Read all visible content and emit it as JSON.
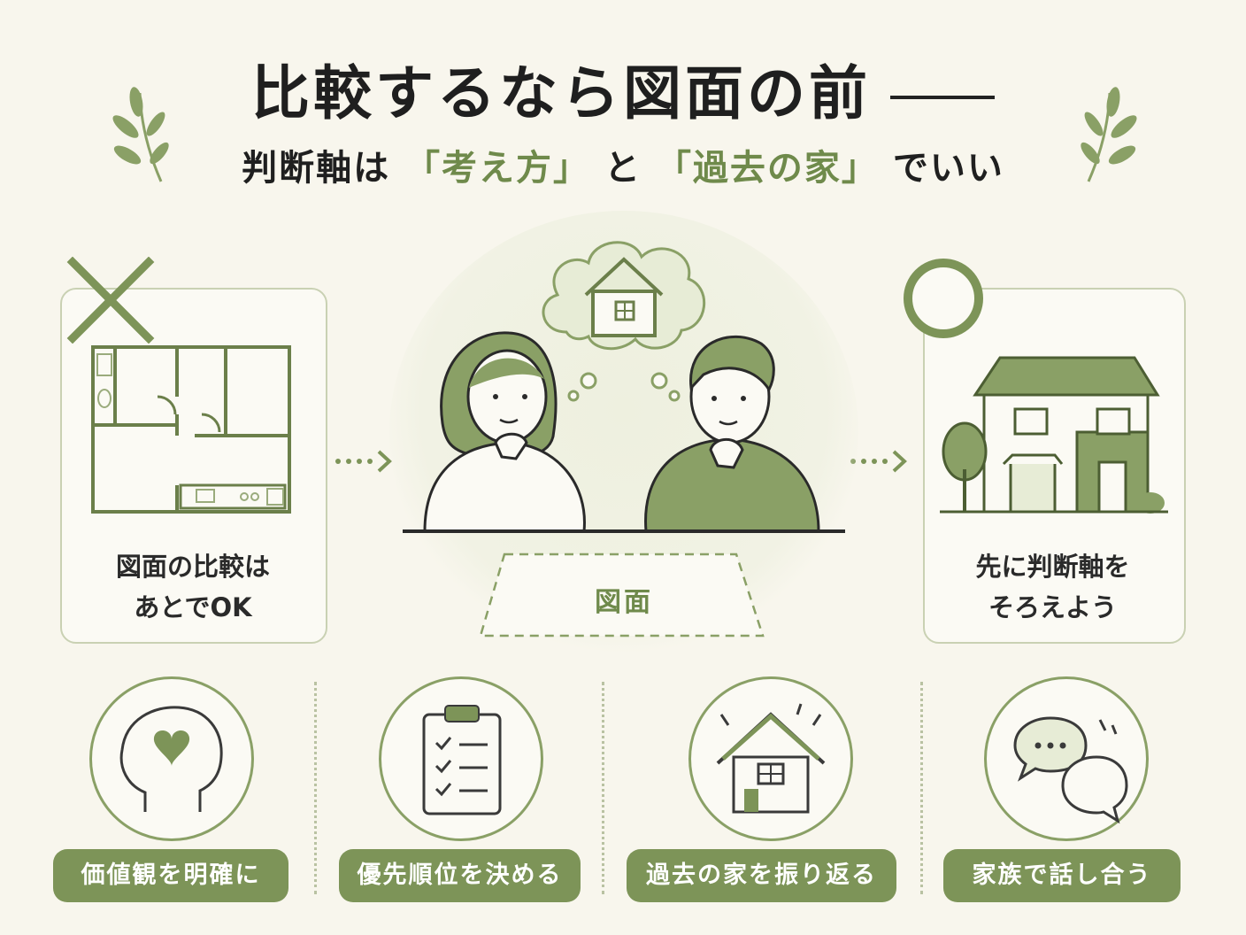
{
  "header": {
    "title": "比較するなら図面の前",
    "subtitle_parts": [
      "判断軸は",
      "「考え方」",
      "と",
      "「過去の家」",
      "でいい"
    ]
  },
  "left_panel": {
    "line1": "図面の比較は",
    "line2": "あとでOK"
  },
  "center": {
    "document_label": "図面"
  },
  "right_panel": {
    "line1": "先に判断軸を",
    "line2": "そろえよう"
  },
  "steps": [
    {
      "label": "価値観を明確に",
      "icon": "head-heart-icon"
    },
    {
      "label": "優先順位を決める",
      "icon": "checklist-icon"
    },
    {
      "label": "過去の家を振り返る",
      "icon": "house-icon"
    },
    {
      "label": "家族で話し合う",
      "icon": "chat-bubbles-icon"
    }
  ],
  "colors": {
    "accent": "#7d9458",
    "accent_light": "#c9d1b3",
    "background": "#f8f6ed",
    "text": "#1f1f1f"
  }
}
